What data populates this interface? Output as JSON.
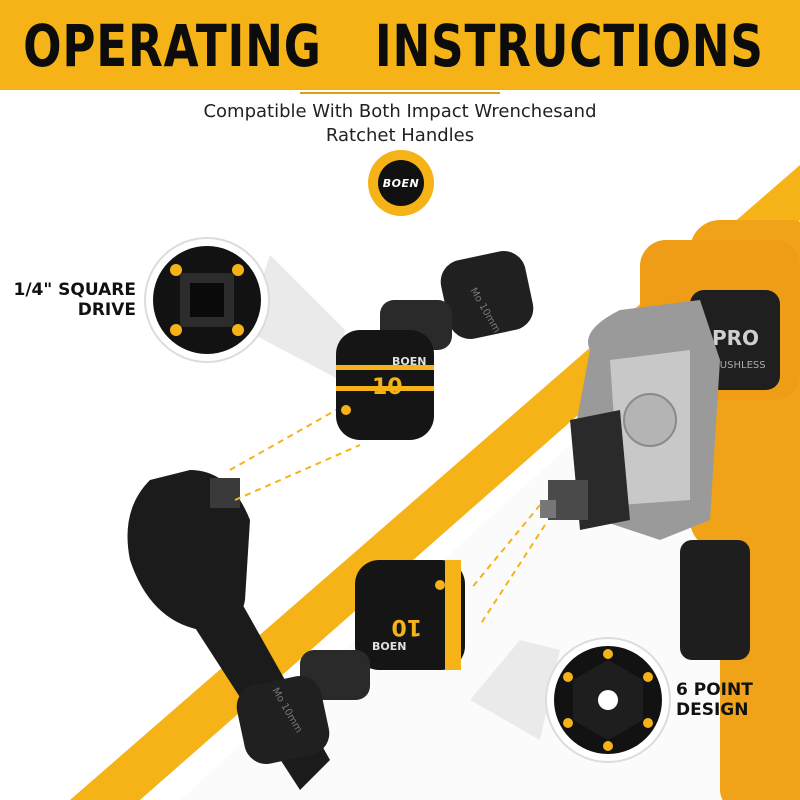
{
  "header": {
    "title_left": "OPERATING",
    "title_right": "INSTRUCTIONS",
    "subtitle_line1": "Compatible With Both Impact Wrenchesand",
    "subtitle_line2": "Ratchet Handles",
    "brand": "BOEN"
  },
  "callouts": {
    "drive_line1": "1/4\" SQUARE",
    "drive_line2": "DRIVE",
    "design_line1": "6 POINT",
    "design_line2": "DESIGN"
  },
  "product": {
    "size_marking": "10",
    "socket_brand": "BOEN",
    "socket_engraving": "Mo 10mm",
    "wrench_badge": "PRO",
    "wrench_badge_sub": "BRUSHLESS"
  },
  "colors": {
    "accent": "#f5b318",
    "dark": "#111111",
    "background": "#ffffff"
  },
  "icons": [
    "shield-icon"
  ]
}
